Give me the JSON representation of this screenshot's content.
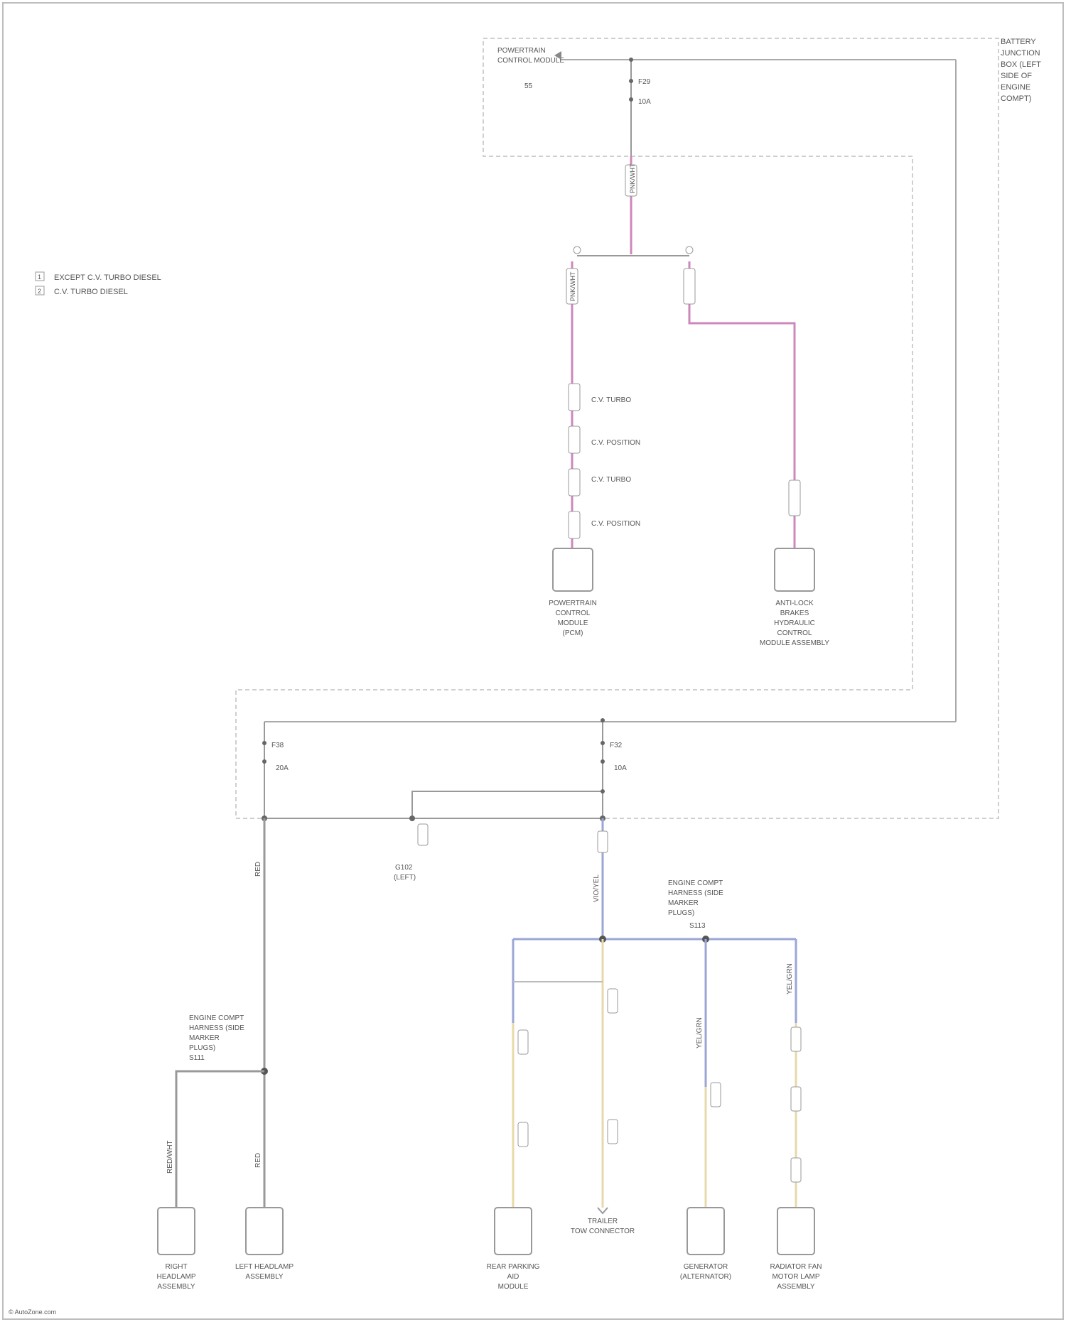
{
  "diagram": {
    "title_block": [
      "BATTERY",
      "JUNCTION",
      "BOX (LEFT",
      "SIDE OF",
      "ENGINE",
      "COMPT)"
    ],
    "fuse_top": {
      "name": "F29",
      "rating": "10A"
    },
    "feed_label": [
      "POWERTRAIN",
      "CONTROL MODULE"
    ],
    "feed_pin": "55",
    "legend": [
      {
        "symbol": "1",
        "text": "EXCEPT C.V. TURBO DIESEL"
      },
      {
        "symbol": "2",
        "text": "C.V. TURBO DIESEL"
      }
    ],
    "inline_notes": [
      "C.V. TURBO",
      "C.V. POSITION",
      "C.V. TURBO",
      "C.V. POSITION"
    ],
    "left_splice_wire": "PNK/WHT",
    "right_splice_wire": "PNK/WHT",
    "lower_fuse_left": {
      "name": "F38",
      "rating": "20A"
    },
    "lower_fuse_right": {
      "name": "F32",
      "rating": "10A"
    },
    "ground_label": [
      "G102",
      "(LEFT)"
    ],
    "splice_left_label": [
      "ENGINE COMPT",
      "HARNESS (SIDE",
      "MARKER",
      "PLUGS)",
      "S111"
    ],
    "splice_right_label": [
      "ENGINE COMPT",
      "HARNESS (SIDE",
      "MARKER",
      "PLUGS)",
      "S113"
    ],
    "wire_left_main": "RED",
    "wire_center_main": "VIO/YEL",
    "wire_left_branch": "RED/WHT",
    "wire_left_load": "RED",
    "wire_right_vertical": "YEL/GRN",
    "wire_far_right": "YEL/GRN",
    "components": [
      {
        "id": "pcm",
        "lines": [
          "POWERTRAIN",
          "CONTROL",
          "MODULE",
          "(PCM)"
        ]
      },
      {
        "id": "abs",
        "lines": [
          "ANTI-LOCK",
          "BRAKES",
          "HYDRAULIC",
          "CONTROL",
          "MODULE ASSEMBLY"
        ]
      },
      {
        "id": "right-headlamp",
        "lines": [
          "RIGHT",
          "HEADLAMP",
          "ASSEMBLY"
        ]
      },
      {
        "id": "left-headlamp",
        "lines": [
          "LEFT HEADLAMP",
          "ASSEMBLY"
        ]
      },
      {
        "id": "rear-parking",
        "lines": [
          "REAR PARKING",
          "AID",
          "MODULE"
        ]
      },
      {
        "id": "trailer",
        "lines": [
          "TRAILER",
          "TOW CONNECTOR"
        ]
      },
      {
        "id": "generator",
        "lines": [
          "GENERATOR",
          "(ALTERNATOR)"
        ]
      },
      {
        "id": "rad-fan",
        "lines": [
          "RADIATOR FAN",
          "MOTOR LAMP",
          "ASSEMBLY"
        ]
      }
    ],
    "footer": "© AutoZone.com"
  }
}
